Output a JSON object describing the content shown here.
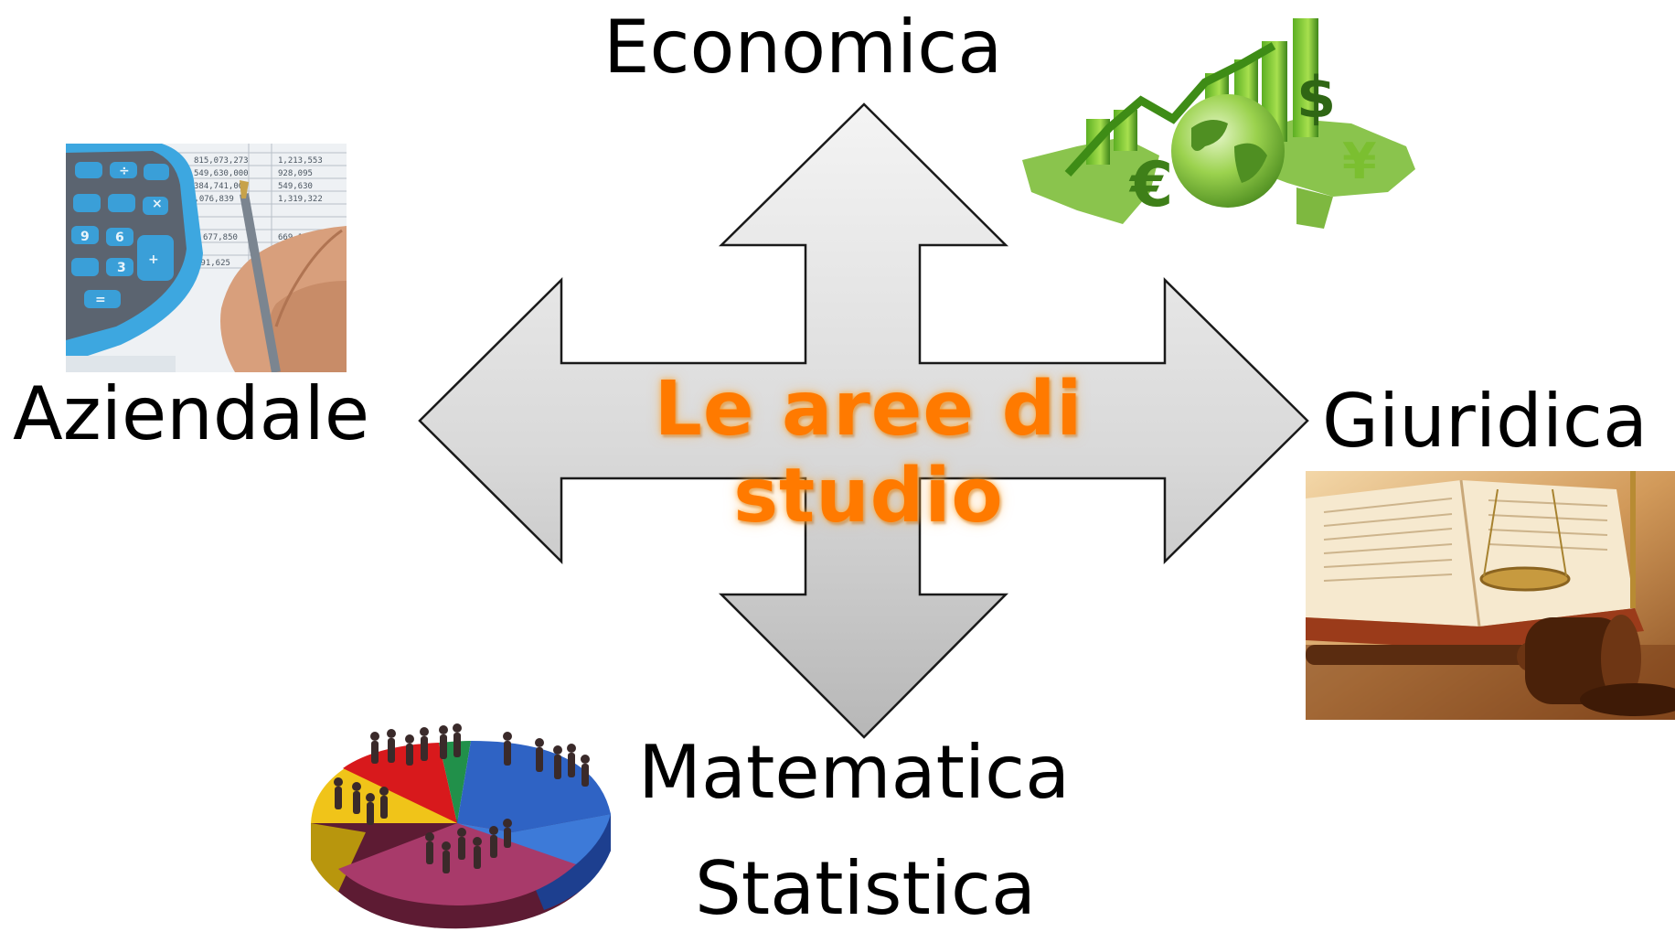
{
  "diagram": {
    "center_title": "Le aree di studio",
    "areas": {
      "top": "Economica",
      "left": "Aziendale",
      "right": "Giuridica",
      "bottom_line1": "Matematica",
      "bottom_line2": "Statistica"
    }
  },
  "colors": {
    "title_orange": "#ff7a00",
    "arrow_fill_light": "#f3f3f3",
    "arrow_fill_dark": "#b9b9b9"
  },
  "icons": {
    "left": "calculator-spreadsheet-icon",
    "top": "globe-growth-chart-icon",
    "right": "law-book-gavel-scales-icon",
    "bottom": "people-pie-chart-icon"
  }
}
